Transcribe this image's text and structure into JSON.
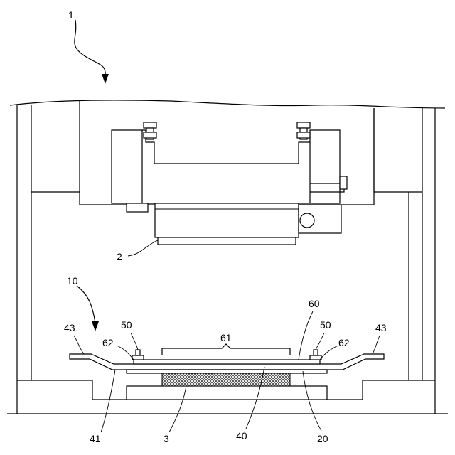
{
  "labels": {
    "press_machine": "1",
    "upper_tool": "2",
    "heater": "3",
    "assembly": "10",
    "lower_plate": "20",
    "support": "40",
    "curve": "41",
    "wing_left": "43",
    "wing_right": "43",
    "clamp_left": "50",
    "clamp_right": "50",
    "sheet": "60",
    "sheet_span": "61",
    "pin_left": "62",
    "pin_right": "62"
  }
}
